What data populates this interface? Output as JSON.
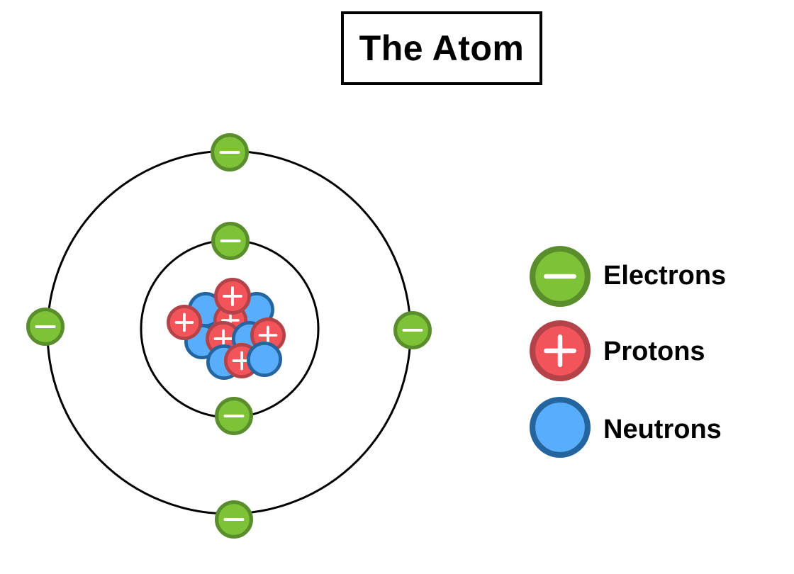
{
  "title": "The Atom",
  "colors": {
    "electron_fill": "#7ec237",
    "electron_ring": "#5a8d2c",
    "proton_fill": "#f3545a",
    "proton_ring": "#b44349",
    "neutron_fill": "#58aefb",
    "neutron_ring": "#24659f",
    "orbit": "#000000",
    "sign": "#ffffff"
  },
  "atom": {
    "orbits": [
      {
        "name": "inner-shell",
        "electron_count": 2
      },
      {
        "name": "outer-shell",
        "electron_count": 4
      }
    ],
    "electron_sign": "minus-icon",
    "proton_sign": "plus-icon"
  },
  "legend": {
    "items": [
      {
        "key": "electron",
        "label": "Electrons",
        "icon": "electron-icon"
      },
      {
        "key": "proton",
        "label": "Protons",
        "icon": "proton-icon"
      },
      {
        "key": "neutron",
        "label": "Neutrons",
        "icon": "neutron-icon"
      }
    ]
  }
}
